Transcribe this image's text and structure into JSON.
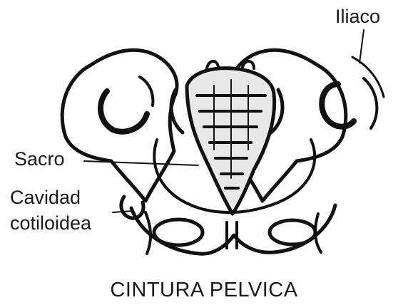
{
  "labels": {
    "iliaco": "Iliaco",
    "sacro": "Sacro",
    "cavidad_line1": "Cavidad",
    "cavidad_line2": "cotiloidea"
  },
  "title": "CINTURA PELVICA"
}
